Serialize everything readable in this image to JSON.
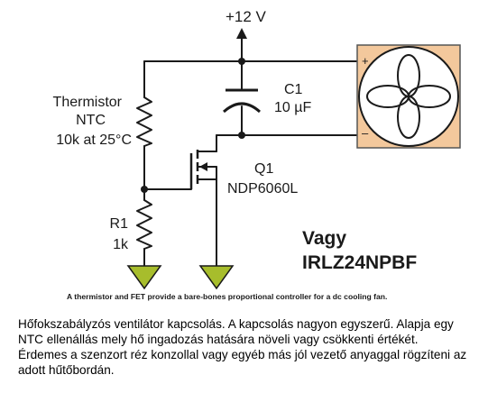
{
  "supply_label": "+12 V",
  "thermistor": {
    "name": "Thermistor",
    "type": "NTC",
    "value": "10k at 25°C"
  },
  "capacitor": {
    "name": "C1",
    "value": "10 µF"
  },
  "fet": {
    "name": "Q1",
    "part": "NDP6060L"
  },
  "resistor": {
    "name": "R1",
    "value": "1k"
  },
  "fan_terminals": {
    "plus": "+",
    "minus": "–"
  },
  "alternative": {
    "word": "Vagy",
    "part": "IRLZ24NPBF"
  },
  "caption": "A thermistor and FET provide a bare-bones proportional controller for a dc cooling fan.",
  "description": "Hőfokszabályzós ventilátor kapcsolás. A kapcsolás nagyon egyszerű. Alapja egy NTC ellenállás mely hő ingadozás hatására növeli vagy csökkenti értékét. Érdemes a szenzort réz konzollal vagy egyéb más jól vezető anyaggal rögzíteni az adott hűtőbordán.",
  "colors": {
    "fan_frame": "#f3c89c",
    "ground": "#a7bd2c",
    "wire": "#1a1a1a"
  }
}
